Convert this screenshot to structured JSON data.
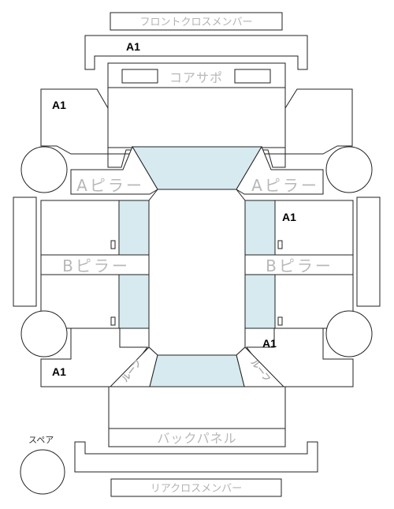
{
  "labels": {
    "front_cross_member": "フロントクロスメンバー",
    "core_support": "コアサポ",
    "a_pillar": "Aピラー",
    "b_pillar": "Bピラー",
    "back_panel": "バックパネル",
    "rear_cross_member": "リアクロスメンバー",
    "spare": "スペア",
    "roof": "ルーフ"
  },
  "ratings": {
    "front": "A1",
    "front_left": "A1",
    "right_upper": "A1",
    "right_lower": "A1",
    "rear_left": "A1"
  }
}
